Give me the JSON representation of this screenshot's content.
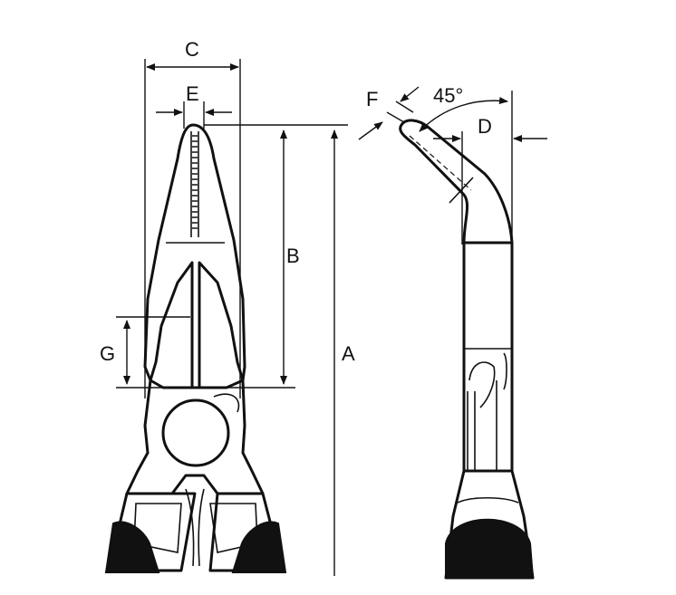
{
  "labels": {
    "a": "A",
    "b": "B",
    "c": "C",
    "d": "D",
    "e": "E",
    "f": "F",
    "g": "G",
    "angle": "45°"
  }
}
